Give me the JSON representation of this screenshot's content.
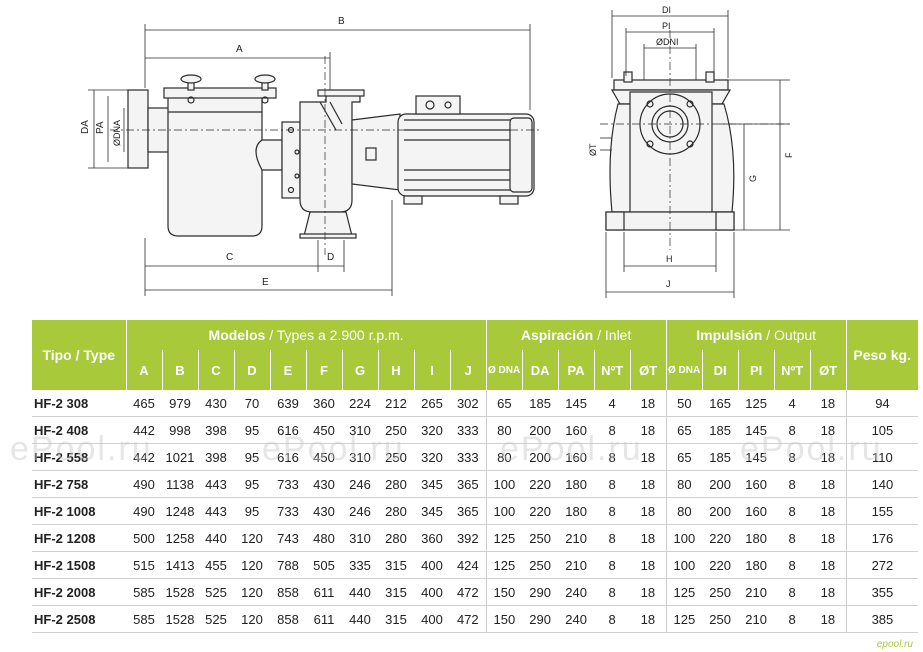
{
  "drawing": {
    "labels": {
      "A": "A",
      "B": "B",
      "C": "C",
      "D": "D",
      "E": "E",
      "DA": "DA",
      "PA": "PA",
      "DNA": "ØDNA",
      "DI": "DI",
      "PI": "PI",
      "DNI": "ØDNI",
      "T": "ØT",
      "G": "G",
      "F": "F",
      "H": "H",
      "J": "J"
    }
  },
  "table": {
    "tipo_header": "Tipo / Type",
    "modelos_header_es": "Modelos",
    "modelos_header_en": " / Types a 2.900 r.p.m.",
    "aspiracion_header_es": "Aspiración",
    "aspiracion_header_en": " / Inlet",
    "impulsion_header_es": "Impulsión",
    "impulsion_header_en": " / Output",
    "peso_header": "Peso kg.",
    "dim_columns": [
      "A",
      "B",
      "C",
      "D",
      "E",
      "F",
      "G",
      "H",
      "I",
      "J"
    ],
    "inlet_columns": [
      "Ø DNA",
      "DA",
      "PA",
      "NºT",
      "ØT"
    ],
    "outlet_columns": [
      "Ø DNA",
      "DI",
      "PI",
      "NºT",
      "ØT"
    ],
    "rows": [
      {
        "model": "HF-2 308",
        "dims": [
          "465",
          "979",
          "430",
          "70",
          "639",
          "360",
          "224",
          "212",
          "265",
          "302"
        ],
        "inlet": [
          "65",
          "185",
          "145",
          "4",
          "18"
        ],
        "outlet": [
          "50",
          "165",
          "125",
          "4",
          "18"
        ],
        "peso": "94"
      },
      {
        "model": "HF-2 408",
        "dims": [
          "442",
          "998",
          "398",
          "95",
          "616",
          "450",
          "310",
          "250",
          "320",
          "333"
        ],
        "inlet": [
          "80",
          "200",
          "160",
          "8",
          "18"
        ],
        "outlet": [
          "65",
          "185",
          "145",
          "8",
          "18"
        ],
        "peso": "105"
      },
      {
        "model": "HF-2 558",
        "dims": [
          "442",
          "1021",
          "398",
          "95",
          "616",
          "450",
          "310",
          "250",
          "320",
          "333"
        ],
        "inlet": [
          "80",
          "200",
          "160",
          "8",
          "18"
        ],
        "outlet": [
          "65",
          "185",
          "145",
          "8",
          "18"
        ],
        "peso": "110"
      },
      {
        "model": "HF-2 758",
        "dims": [
          "490",
          "1138",
          "443",
          "95",
          "733",
          "430",
          "246",
          "280",
          "345",
          "365"
        ],
        "inlet": [
          "100",
          "220",
          "180",
          "8",
          "18"
        ],
        "outlet": [
          "80",
          "200",
          "160",
          "8",
          "18"
        ],
        "peso": "140"
      },
      {
        "model": "HF-2 1008",
        "dims": [
          "490",
          "1248",
          "443",
          "95",
          "733",
          "430",
          "246",
          "280",
          "345",
          "365"
        ],
        "inlet": [
          "100",
          "220",
          "180",
          "8",
          "18"
        ],
        "outlet": [
          "80",
          "200",
          "160",
          "8",
          "18"
        ],
        "peso": "155"
      },
      {
        "model": "HF-2 1208",
        "dims": [
          "500",
          "1258",
          "440",
          "120",
          "743",
          "480",
          "310",
          "280",
          "360",
          "392"
        ],
        "inlet": [
          "125",
          "250",
          "210",
          "8",
          "18"
        ],
        "outlet": [
          "100",
          "220",
          "180",
          "8",
          "18"
        ],
        "peso": "176"
      },
      {
        "model": "HF-2 1508",
        "dims": [
          "515",
          "1413",
          "455",
          "120",
          "788",
          "505",
          "335",
          "315",
          "400",
          "424"
        ],
        "inlet": [
          "125",
          "250",
          "210",
          "8",
          "18"
        ],
        "outlet": [
          "100",
          "220",
          "180",
          "8",
          "18"
        ],
        "peso": "272"
      },
      {
        "model": "HF-2 2008",
        "dims": [
          "585",
          "1528",
          "525",
          "120",
          "858",
          "611",
          "440",
          "315",
          "400",
          "472"
        ],
        "inlet": [
          "150",
          "290",
          "240",
          "8",
          "18"
        ],
        "outlet": [
          "125",
          "250",
          "210",
          "8",
          "18"
        ],
        "peso": "355"
      },
      {
        "model": "HF-2 2508",
        "dims": [
          "585",
          "1528",
          "525",
          "120",
          "858",
          "611",
          "440",
          "315",
          "400",
          "472"
        ],
        "inlet": [
          "150",
          "290",
          "240",
          "8",
          "18"
        ],
        "outlet": [
          "125",
          "250",
          "210",
          "8",
          "18"
        ],
        "peso": "385"
      }
    ]
  },
  "watermark": {
    "text": "ePool.ru",
    "corner": "epool.ru"
  },
  "colors": {
    "header_green": "#a8c93a",
    "line": "#2b2b2b"
  }
}
